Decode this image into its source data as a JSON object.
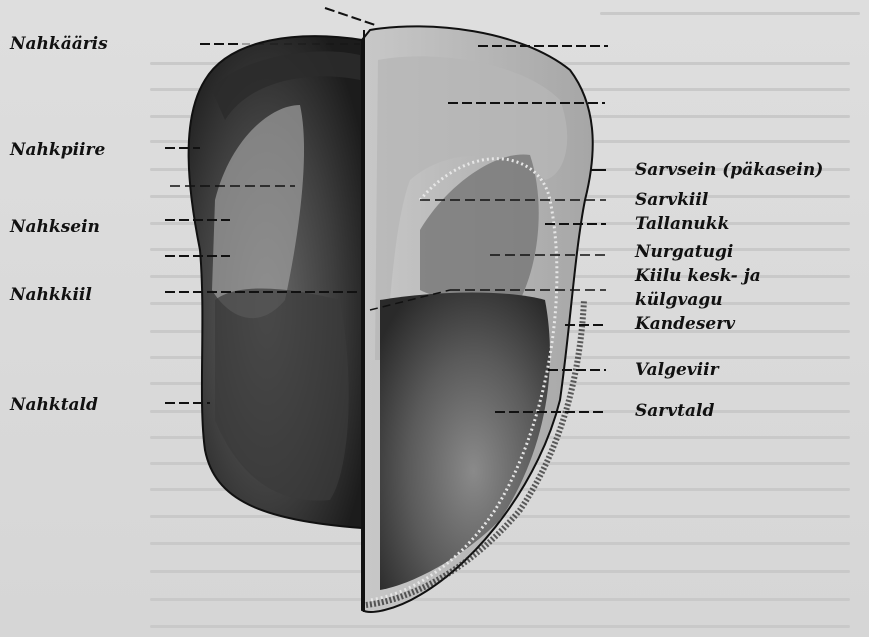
{
  "labels_left": [
    {
      "key": "nahkaaris",
      "text": "Nahkääris"
    },
    {
      "key": "nahkpiire",
      "text": "Nahkpiire"
    },
    {
      "key": "nahksein",
      "text": "Nahksein"
    },
    {
      "key": "nahkkiil",
      "text": "Nahkkiil"
    },
    {
      "key": "nahktald",
      "text": "Nahktald"
    }
  ],
  "labels_right": [
    {
      "key": "sarvsein",
      "text": "Sarvsein (päkasein)"
    },
    {
      "key": "sarvkiil",
      "text": "Sarvkiil"
    },
    {
      "key": "tallanukk",
      "text": "Tallanukk"
    },
    {
      "key": "nurgatugi",
      "text": "Nurgatugi"
    },
    {
      "key": "kiilu_1",
      "text": "Kiilu kesk- ja"
    },
    {
      "key": "kiilu_2",
      "text": "külgvagu"
    },
    {
      "key": "kandeserv",
      "text": "Kandeserv"
    },
    {
      "key": "valgeviir",
      "text": "Valgeviir"
    },
    {
      "key": "sarvtald",
      "text": "Sarvtald"
    }
  ],
  "colors": {
    "ink": "#111111",
    "background": "#d9d9d9"
  }
}
